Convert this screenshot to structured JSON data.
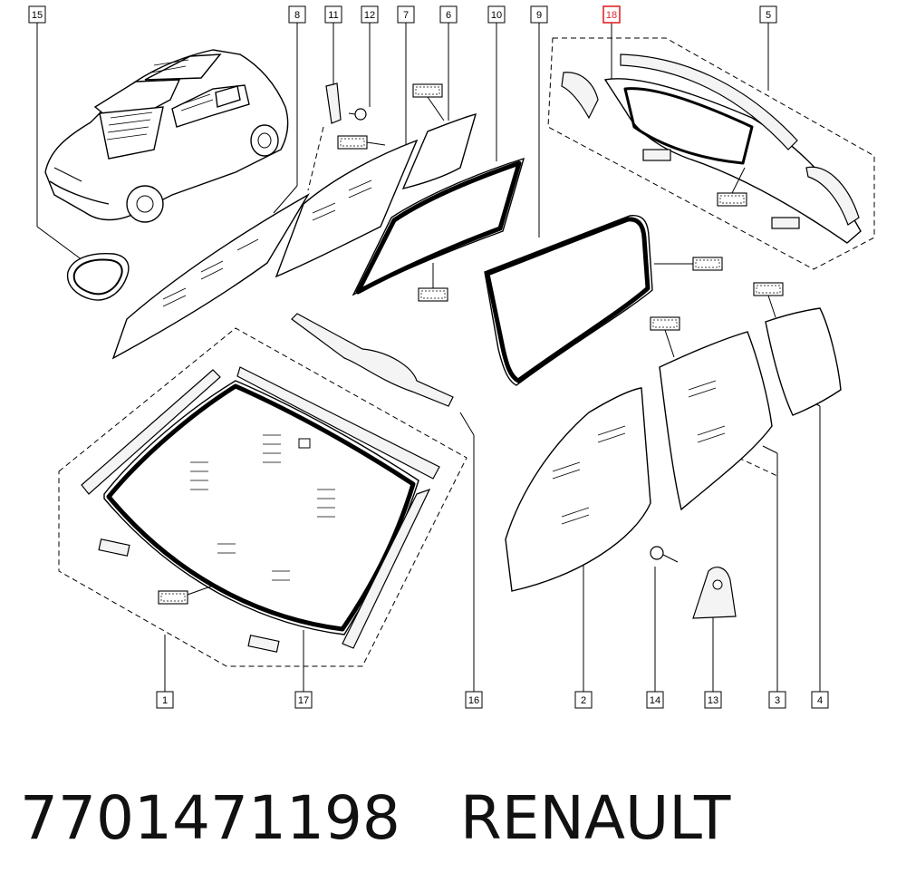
{
  "callouts": [
    {
      "id": "15",
      "highlight": false
    },
    {
      "id": "8",
      "highlight": false
    },
    {
      "id": "11",
      "highlight": false
    },
    {
      "id": "12",
      "highlight": false
    },
    {
      "id": "7",
      "highlight": false
    },
    {
      "id": "6",
      "highlight": false
    },
    {
      "id": "10",
      "highlight": false
    },
    {
      "id": "9",
      "highlight": false
    },
    {
      "id": "18",
      "highlight": true
    },
    {
      "id": "5",
      "highlight": false
    },
    {
      "id": "1",
      "highlight": false
    },
    {
      "id": "17",
      "highlight": false
    },
    {
      "id": "16",
      "highlight": false
    },
    {
      "id": "2",
      "highlight": false
    },
    {
      "id": "14",
      "highlight": false
    },
    {
      "id": "13",
      "highlight": false
    },
    {
      "id": "3",
      "highlight": false
    },
    {
      "id": "4",
      "highlight": false
    }
  ],
  "footer": {
    "part_number": "7701471198",
    "brand": "RENAULT"
  },
  "colors": {
    "line": "#000000",
    "highlight": "#e0262a",
    "background": "#ffffff"
  }
}
